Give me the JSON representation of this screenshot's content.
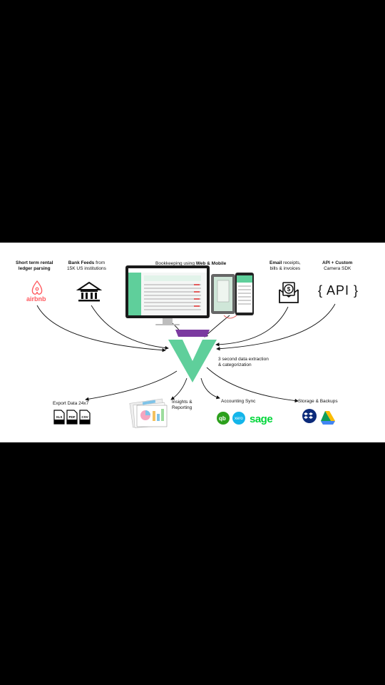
{
  "labels": {
    "short_term_line1": "Short term rental",
    "short_term_line2": "ledger parsing",
    "bank_bold": "Bank Feeds",
    "bank_rest": " from",
    "bank_line2": "15K US institutions",
    "bookkeeping_prefix": "Bookkeeping using ",
    "bookkeeping_bold": "Web & Mobile",
    "email_bold": "Email",
    "email_rest": " receipts,",
    "email_line2": "bills & invoices",
    "api_line1": "API + Custom",
    "api_line2": "Camera SDK",
    "extraction_line1": "3 second data extraction",
    "extraction_line2": "& categorization",
    "export": "Export Data 24x7",
    "insights_line1": "Insights &",
    "insights_line2": "Reporting",
    "accounting": "Accounting Sync",
    "storage": "Storage & Backups"
  },
  "logos": {
    "airbnb": "airbnb",
    "api_braces": "{ API }",
    "sage": "sage",
    "xero": "xero",
    "qb": "qb"
  },
  "file_icons": [
    "XLS",
    "PDF",
    "CSV"
  ],
  "icons": [
    "airbnb-icon",
    "bank-icon",
    "monitor-icon",
    "phone-icon",
    "email-dollar-icon",
    "brand-logo-icon",
    "report-icon",
    "quickbooks-icon",
    "xero-icon",
    "sage-icon",
    "dropbox-icon",
    "google-drive-icon"
  ],
  "colors": {
    "brand_green": "#5fcf9b",
    "brand_purple": "#7b3aa0",
    "airbnb": "#ff5a5f",
    "quickbooks": "#2ca01c",
    "xero": "#13b5ea",
    "sage": "#00d639",
    "dropbox": "#0b2a7a"
  }
}
